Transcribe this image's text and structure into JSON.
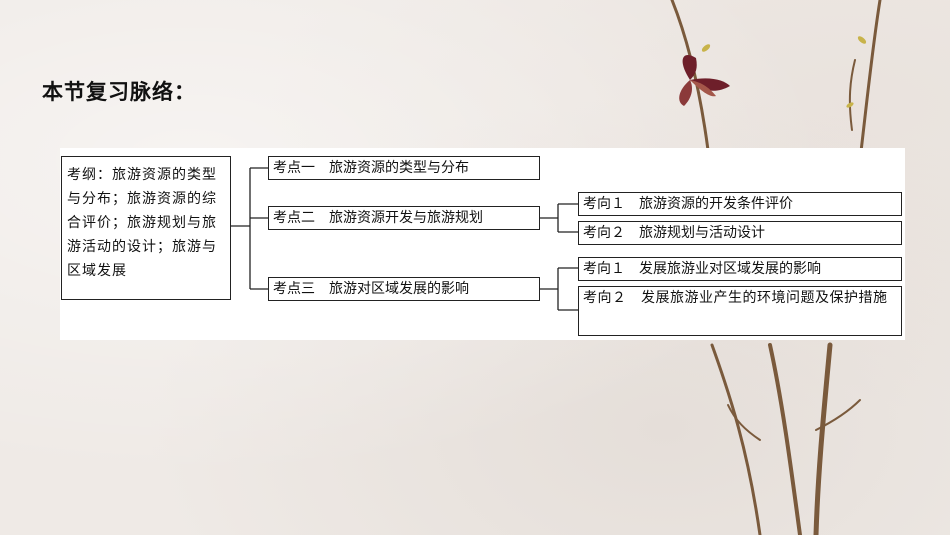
{
  "heading": "本节复习脉络：",
  "diagram": {
    "root": "考纲：旅游资源的类型与分布；旅游资源的综合评价；旅游规划与旅游活动的设计；旅游与区域发展",
    "points": [
      {
        "label": "考点一　旅游资源的类型与分布",
        "directions": []
      },
      {
        "label": "考点二　旅游资源开发与旅游规划",
        "directions": [
          "考向１　旅游资源的开发条件评价",
          "考向２　旅游规划与活动设计"
        ]
      },
      {
        "label": "考点三　旅游对区域发展的影响",
        "directions": [
          "考向１　发展旅游业对区域发展的影响",
          "考向２　发展旅游业产生的环境问题及保护措施"
        ]
      }
    ]
  },
  "decor": {
    "branch_color": "#7a5a3c",
    "butterfly_color": "#6e1f2a"
  }
}
